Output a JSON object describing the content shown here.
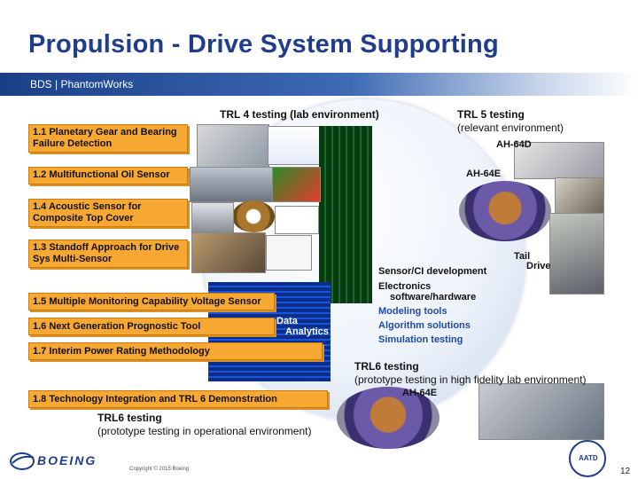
{
  "header": {
    "title": "Propulsion - Drive System Supporting",
    "subtitle": "BDS | PhantomWorks"
  },
  "items": [
    "1.1 Planetary Gear and Bearing Failure Detection",
    "1.2 Multifunctional Oil Sensor",
    "1.4 Acoustic Sensor for Composite Top Cover",
    "1.3 Standoff Approach for Drive Sys Multi-Sensor",
    "1.5 Multiple Monitoring Capability Voltage Sensor",
    "1.6 Next Generation Prognostic Tool",
    "1.7 Interim Power Rating Methodology",
    "1.8 Technology Integration and TRL 6 Demonstration"
  ],
  "item_lines": {
    "i11a": "1.1 Planetary Gear and Bearing",
    "i11b": "Failure Detection",
    "i14a": "1.4 Acoustic Sensor for",
    "i14b": "Composite Top Cover",
    "i13a": "1.3 Standoff Approach for Drive",
    "i13b": "Sys Multi-Sensor"
  },
  "labels": {
    "trl4": "TRL 4 testing (lab environment)",
    "trl5": "TRL 5 testing",
    "trl5_sub": "(relevant environment)",
    "ah64d": "AH-64D",
    "ah64e_top": "AH-64E",
    "tail": "Tail",
    "drive": "Drive",
    "sensor_ci": "Sensor/CI development",
    "electronics": "Electronics",
    "software": "software/hardware",
    "modeling": "Modeling tools",
    "algorithm": "Algorithm solutions",
    "simulation": "Simulation testing",
    "data": "Data",
    "analytics": "Analytics",
    "trl6_lab": "TRL6 testing",
    "trl6_lab_sub": "(prototype testing in high fidelity lab environment)",
    "ah64e_bottom": "AH-64E",
    "trl6_op": "TRL6 testing",
    "trl6_op_sub": "(prototype testing in operational environment)"
  },
  "footer": {
    "logo": "BOEING",
    "copyright": "Copyright © 2015 Boeing",
    "badge": "AATD",
    "page": "12"
  },
  "colors": {
    "title": "#1f3d8c",
    "box": "#f7a833",
    "bar": "#1a3f87",
    "blue_text": "#1f4aa8"
  }
}
